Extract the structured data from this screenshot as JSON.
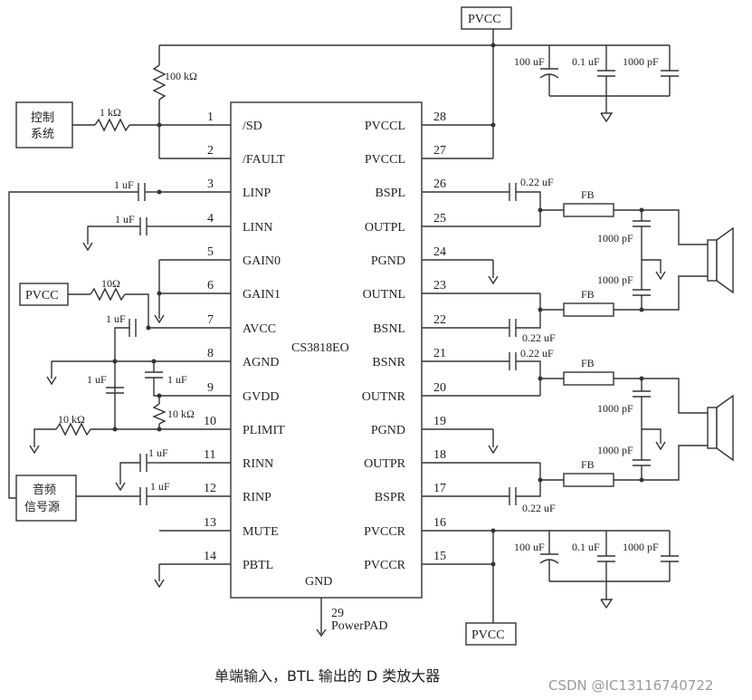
{
  "chip": {
    "name": "CS3818EO",
    "gnd_label": "GND",
    "left_pins": [
      {
        "num": "1",
        "label": "/SD"
      },
      {
        "num": "2",
        "label": "/FAULT"
      },
      {
        "num": "3",
        "label": "LINP"
      },
      {
        "num": "4",
        "label": "LINN"
      },
      {
        "num": "5",
        "label": "GAIN0"
      },
      {
        "num": "6",
        "label": "GAIN1"
      },
      {
        "num": "7",
        "label": "AVCC"
      },
      {
        "num": "8",
        "label": "AGND"
      },
      {
        "num": "9",
        "label": "GVDD"
      },
      {
        "num": "10",
        "label": "PLIMIT"
      },
      {
        "num": "11",
        "label": "RINN"
      },
      {
        "num": "12",
        "label": "RINP"
      },
      {
        "num": "13",
        "label": "MUTE"
      },
      {
        "num": "14",
        "label": "PBTL"
      }
    ],
    "right_pins": [
      {
        "num": "28",
        "label": "PVCCL"
      },
      {
        "num": "27",
        "label": "PVCCL"
      },
      {
        "num": "26",
        "label": "BSPL"
      },
      {
        "num": "25",
        "label": "OUTPL"
      },
      {
        "num": "24",
        "label": "PGND"
      },
      {
        "num": "23",
        "label": "OUTNL"
      },
      {
        "num": "22",
        "label": "BSNL"
      },
      {
        "num": "21",
        "label": "BSNR"
      },
      {
        "num": "20",
        "label": "OUTNR"
      },
      {
        "num": "19",
        "label": "PGND"
      },
      {
        "num": "18",
        "label": "OUTPR"
      },
      {
        "num": "17",
        "label": "BSPR"
      },
      {
        "num": "16",
        "label": "PVCCR"
      },
      {
        "num": "15",
        "label": "PVCCR"
      }
    ],
    "pad_num": "29",
    "pad_label": "PowerPAD"
  },
  "labels": {
    "pvcc_top": "PVCC",
    "pvcc_left": "PVCC",
    "pvcc_bottom": "PVCC",
    "control_line1": "控制",
    "control_line2": "系统",
    "audio_line1": "音频",
    "audio_line2": "信号源",
    "r_pullup": "100 kΩ",
    "r_sd": "1 kΩ",
    "r_gain": "10Ω",
    "r_plimit_gnd": "10 kΩ",
    "r_plimit": "10 kΩ",
    "c_linp": "1 uF",
    "c_linn": "1 uF",
    "c_avcc": "1 uF",
    "c_agnd": "1 uF",
    "c_gvdd": "1 uF",
    "c_rinn": "1 uF",
    "c_rinp": "1 uF",
    "c_top_bulk": "100 uF",
    "c_top_mid": "0.1 uF",
    "c_top_small": "1000 pF",
    "c_bot_bulk": "100 uF",
    "c_bot_mid": "0.1 uF",
    "c_bot_small": "1000 pF",
    "c_bspl": "0.22 uF",
    "c_bsnl": "0.22 uF",
    "c_bsnr": "0.22 uF",
    "c_bspr": "0.22 uF",
    "fb1": "FB",
    "fb2": "FB",
    "fb3": "FB",
    "fb4": "FB",
    "c_filt1": "1000 pF",
    "c_filt2": "1000 pF",
    "c_filt3": "1000 pF",
    "c_filt4": "1000 pF"
  },
  "caption": "单端输入，BTL 输出的 D 类放大器",
  "watermark": "CSDN @IC13116740722"
}
